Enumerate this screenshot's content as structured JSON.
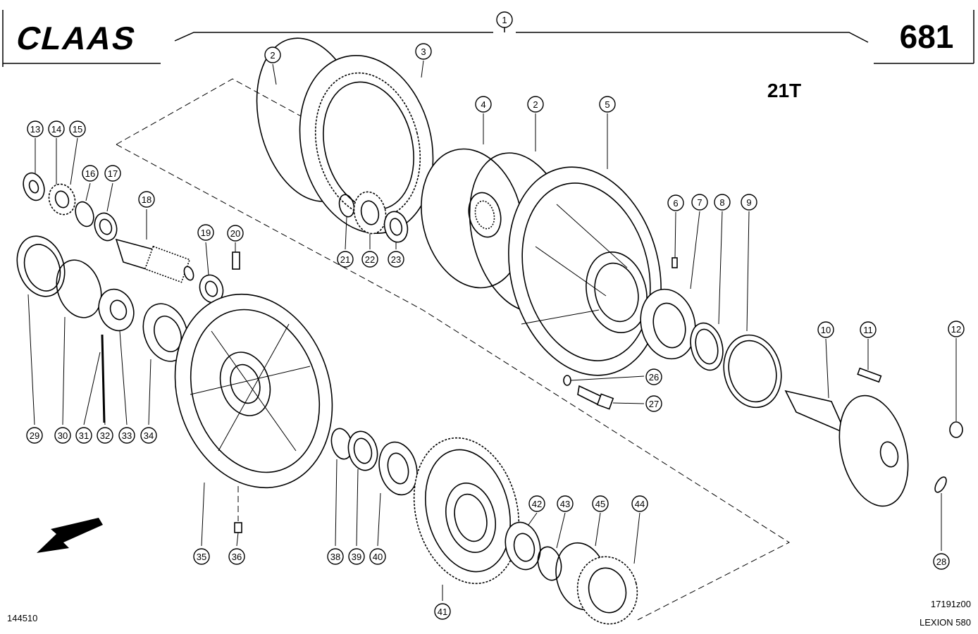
{
  "header": {
    "brand": "CLAAS",
    "page_number": "681"
  },
  "assembly_code": "21T",
  "footer": {
    "left_code": "144510",
    "right_code": "17191z00",
    "model": "LEXION 580"
  },
  "callouts": [
    "1",
    "2",
    "3",
    "4",
    "2",
    "5",
    "6",
    "7",
    "8",
    "9",
    "10",
    "11",
    "12",
    "13",
    "14",
    "15",
    "16",
    "17",
    "18",
    "19",
    "20",
    "21",
    "22",
    "23",
    "26",
    "27",
    "28",
    "29",
    "30",
    "31",
    "32",
    "33",
    "34",
    "35",
    "36",
    "38",
    "39",
    "40",
    "41",
    "42",
    "43",
    "44",
    "45"
  ],
  "colors": {
    "ink": "#000000",
    "paper": "#ffffff"
  }
}
